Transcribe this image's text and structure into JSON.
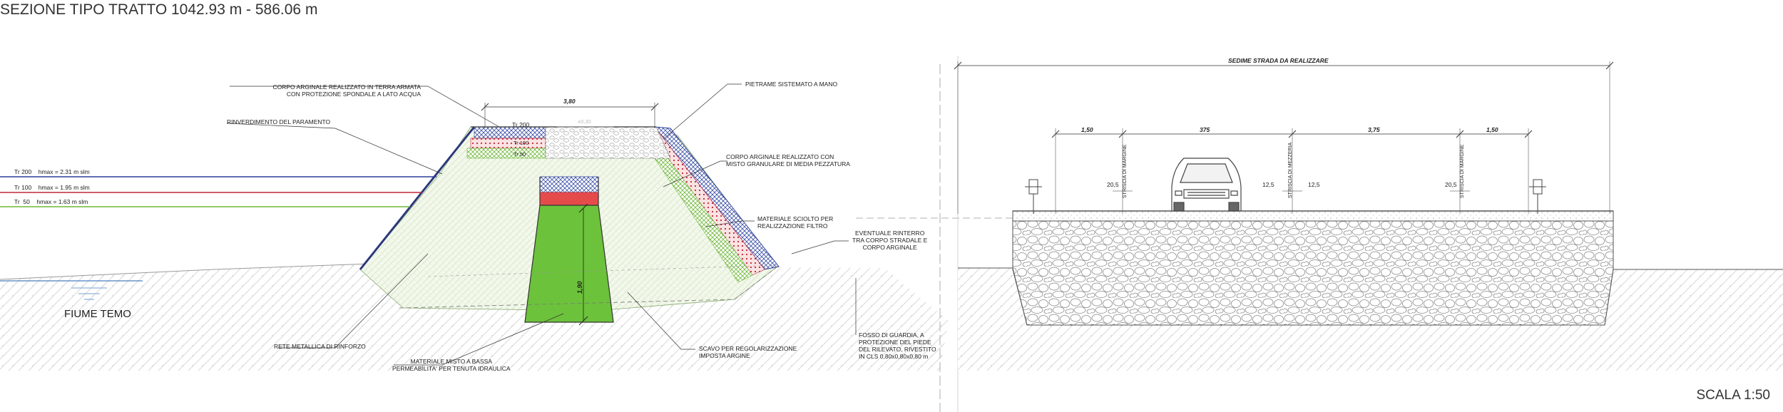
{
  "title": "SEZIONE TIPO TRATTO 1042.93 m - 586.06 m",
  "scale": "SCALA 1:50",
  "river": "FIUME TEMO",
  "levels": [
    {
      "tr": "Tr 200",
      "hmax": "hmax = 2.31 m slm",
      "color": "#2b3f9a"
    },
    {
      "tr": "Tr 100",
      "hmax": "hmax = 1.95 m slm",
      "color": "#c0263a"
    },
    {
      "tr": "Tr  50",
      "hmax": "hmax = 1.63 m slm",
      "color": "#6fb83a"
    }
  ],
  "embankment": {
    "dim_top": "3,80",
    "dim_height": "1,90",
    "layer_tr200": "Tr 200",
    "layer_tr100": "Tr 100",
    "layer_tr50": "Tr 50",
    "ghost_dim": "±0,30"
  },
  "labels": {
    "corpo_terra_armata": "CORPO ARGINALE REALIZZATO IN TERRA ARMATA\nCON PROTEZIONE SPONDALE A LATO ACQUA",
    "rinverdimento": "RINVERDIMENTO DEL PARAMENTO",
    "pietrame": "PIETRAME SISTEMATO A MANO",
    "corpo_misto": "CORPO ARGINALE REALIZZATO CON\nMISTO GRANULARE DI MEDIA PEZZATURA",
    "materiale_sciolto": "MATERIALE SCIOLTO PER\nREALIZZAZIONE FILTRO",
    "rinterro": "EVENTUALE RINTERRO\nTRA CORPO STRADALE E\nCORPO ARGINALE",
    "rete": "RETE METALLICA DI RINFORZO",
    "materiale_misto": "MATERIALE MISTO A BASSA\nPERMEABILITA' PER TENUTA IDRAULICA",
    "scavo": "SCAVO PER REGOLARIZZAZIONE\nIMPOSTA ARGINE",
    "fosso": "FOSSO DI GUARDIA, A\nPROTEZIONE DEL PIEDE\nDEL RILEVATO, RIVESTITO\nIN CLS 0,80x0,80x0,80 m"
  },
  "road": {
    "sedime": "SEDIME STRADA DA REALIZZARE",
    "dims": [
      "1,50",
      "375",
      "3,75",
      "1,50"
    ],
    "offset_left": "20,5",
    "offset_mid_left": "12,5",
    "offset_mid_right": "12,5",
    "offset_right": "20,5",
    "striscia_margine": "STRISCIA DI MARGINE",
    "striscia_mezzeria": "STRISCIA DI MEZZERIA"
  },
  "colors": {
    "tr200": "#2b3f9a",
    "tr100": "#c0263a",
    "tr50": "#6fb83a",
    "core": "#6cc23a",
    "ground": "#9a9a9a"
  }
}
